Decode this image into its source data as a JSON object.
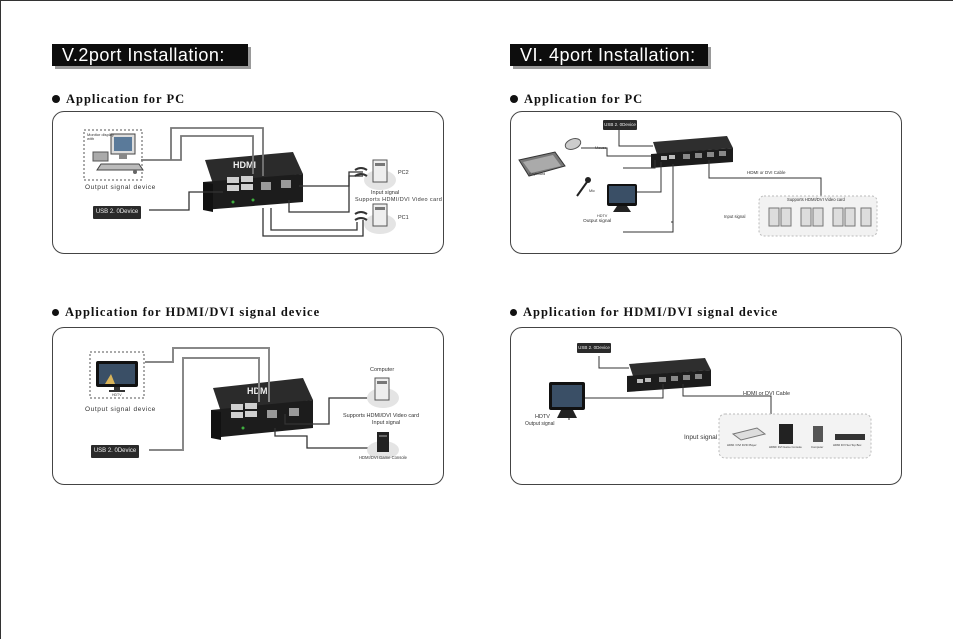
{
  "left": {
    "title": "V.2port Installation:",
    "pc": {
      "heading": "Application  for  PC",
      "output_device": "Output  signal  device",
      "monitor_caption": "Monitor display\nwith",
      "usb_device": "USB 2. 0Device",
      "pc2": "PC2",
      "pc1": "PC1",
      "input_signal": "Input  signal",
      "supports": "Supports  HDMI/DVI  Video  card"
    },
    "hdmi": {
      "heading": "Application  for  HDMI/DVI  signal  device",
      "output_device": "Output  signal  device",
      "hdtv_caption": "HDTV",
      "usb_device": "USB 2. 0Device",
      "computer": "Computer",
      "supports": "Supports HDMI/DVI Video card",
      "input_signal": "Input signal",
      "game_console": "HDMI/DVI Game Console"
    }
  },
  "right": {
    "title": "VI. 4port  Installation:",
    "pc": {
      "heading": "Application  for  PC",
      "usb_device": "USB 2. 0Device",
      "mouse": "Mouse",
      "keyboard": "Keyboard",
      "mic": "Mic",
      "hdtv": "HDTV",
      "output_signal": "Output signal",
      "cable": "HDMI or DVI Cable",
      "supports": "Supports  HDMI/DVI  Video  card",
      "input_signal": "Input signal"
    },
    "hdmi": {
      "heading": "Application  for  HDMI/DVI  signal  device",
      "usb_device": "USB 2. 0Device",
      "hdtv": "HDTV",
      "output_signal": "Output signal",
      "cable": "HDMI or DVI  Cable",
      "input_signal": "Input signal",
      "device1": "HDMI / DVI  DVD Player",
      "device2": "HDMI/ DVI Game Console",
      "device3": "Computer",
      "device4": "HDMI DVI Set Top Box"
    }
  }
}
